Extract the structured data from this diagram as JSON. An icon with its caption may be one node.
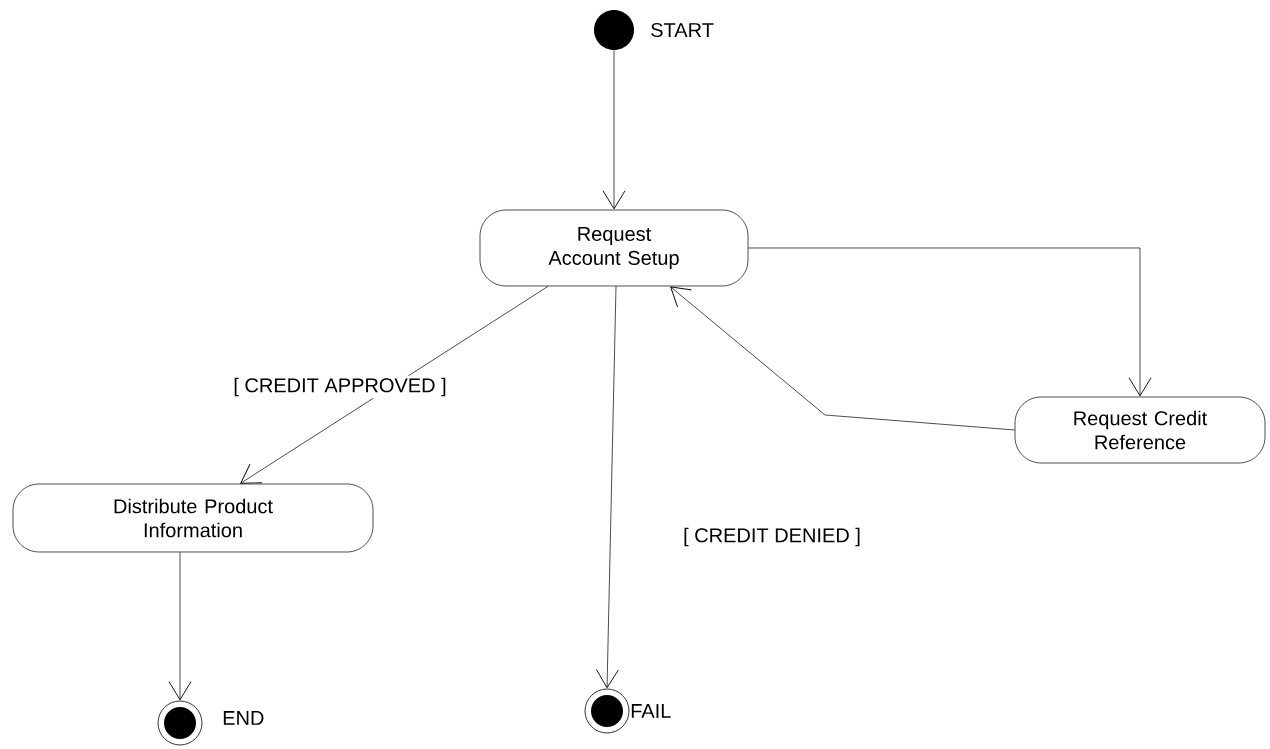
{
  "diagram": {
    "nodes": [
      {
        "text": [],
        "shape": "circle",
        "beside": [
          "START"
        ]
      },
      {
        "text": [
          "Request Account Setup"
        ]
      },
      {
        "text": [
          "Request Credit Reference"
        ]
      },
      {
        "text": [
          "Distribute Product Information"
        ]
      },
      {
        "text": [],
        "shape": "bullseye",
        "beside": [
          "END"
        ]
      },
      {
        "text": [],
        "shape": "bullseye",
        "beside": [
          "FAIL"
        ]
      }
    ],
    "edges": [
      {
        "from": 0,
        "to": 1,
        "arrow": "to"
      },
      {
        "from": 1,
        "to": 2,
        "arrow": "to"
      },
      {
        "from": 2,
        "to": 1,
        "arrow": "to"
      },
      {
        "from": 1,
        "to": 3,
        "arrow": "to",
        "label": "[ CREDIT APPROVED ]"
      },
      {
        "from": 1,
        "to": 5,
        "arrow": "to",
        "label": "[ CREDIT DENIED ]"
      },
      {
        "from": 3,
        "to": 4,
        "arrow": "to"
      }
    ]
  }
}
